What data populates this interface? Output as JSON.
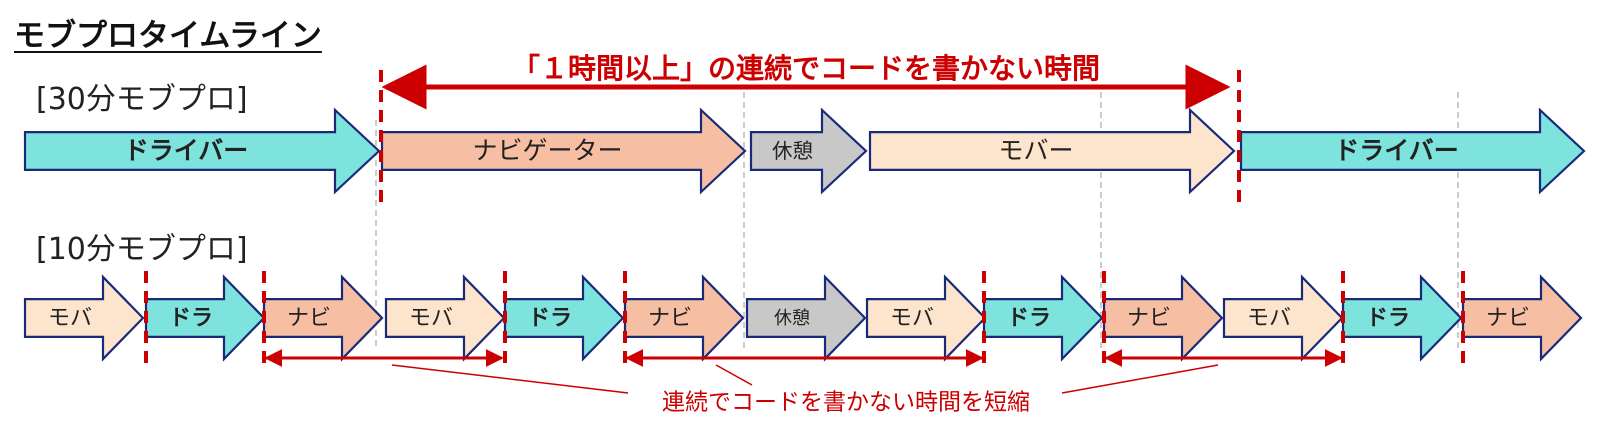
{
  "title": "モブプロタイムライン",
  "banner": {
    "text": "「１時間以上」の連続でコードを書かない時間",
    "color": "#cc0000"
  },
  "rows": [
    {
      "label": "[30分モブプロ]",
      "segments": [
        {
          "text": "ドライバー",
          "role": "driver"
        },
        {
          "text": "ナビゲーター",
          "role": "navigator"
        },
        {
          "text": "休憩",
          "role": "break"
        },
        {
          "text": "モバー",
          "role": "mobber"
        },
        {
          "text": "ドライバー",
          "role": "driver"
        }
      ]
    },
    {
      "label": "[10分モブプロ]",
      "segments": [
        {
          "text": "モバ",
          "role": "mobber"
        },
        {
          "text": "ドラ",
          "role": "driver"
        },
        {
          "text": "ナビ",
          "role": "navigator"
        },
        {
          "text": "モバ",
          "role": "mobber"
        },
        {
          "text": "ドラ",
          "role": "driver"
        },
        {
          "text": "ナビ",
          "role": "navigator"
        },
        {
          "text": "休憩",
          "role": "break"
        },
        {
          "text": "モバ",
          "role": "mobber"
        },
        {
          "text": "ドラ",
          "role": "driver"
        },
        {
          "text": "ナビ",
          "role": "navigator"
        },
        {
          "text": "モバ",
          "role": "mobber"
        },
        {
          "text": "ドラ",
          "role": "driver"
        },
        {
          "text": "ナビ",
          "role": "navigator"
        }
      ]
    }
  ],
  "caption": {
    "text": "連続でコードを書かない時間を短縮",
    "color": "#cc0000"
  },
  "colors": {
    "driver": "#7de3dc",
    "navigator": "#f6bfa3",
    "mobber": "#fde5cd",
    "break": "#c8c8c8",
    "outline": "#1a2a7a",
    "marker": "#cc0000",
    "gridline": "#aaaaaa"
  }
}
